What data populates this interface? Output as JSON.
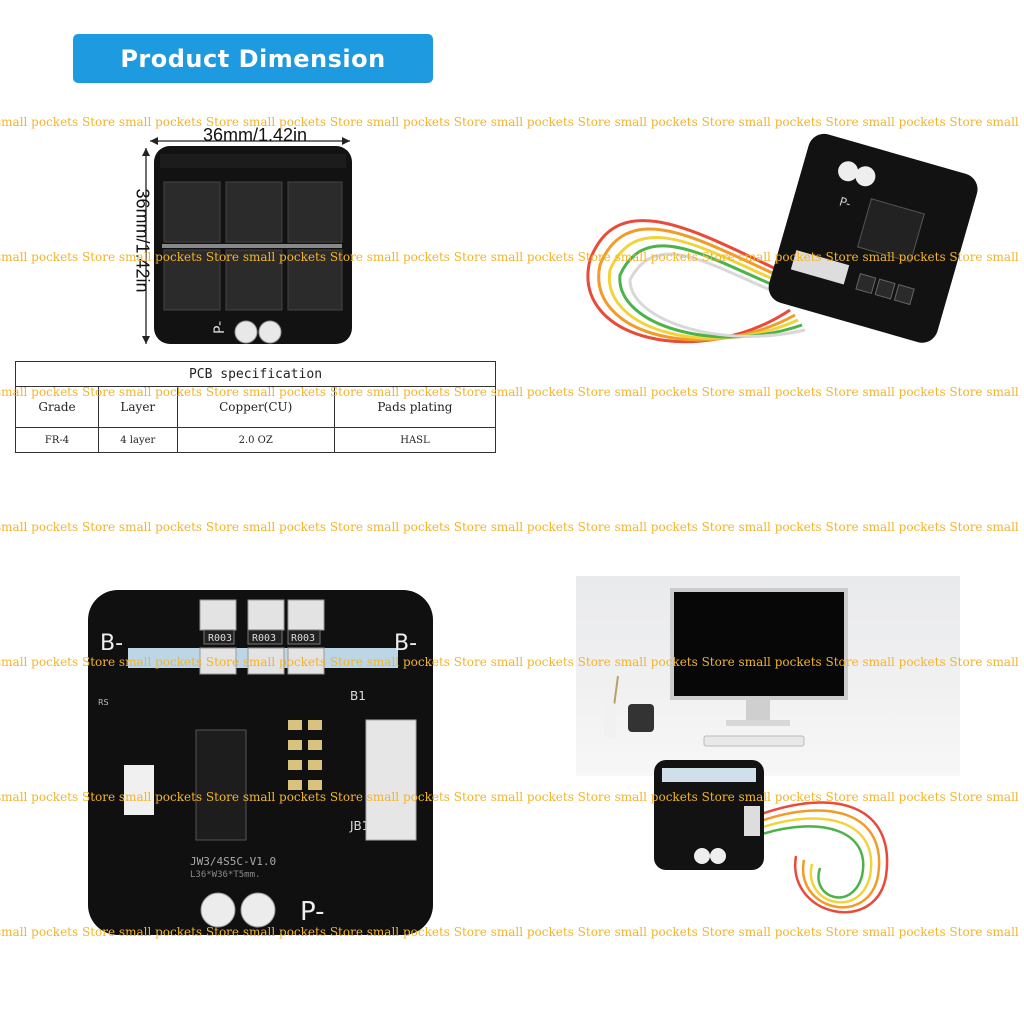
{
  "banner": {
    "title": "Product Dimension"
  },
  "dimensions": {
    "width_label": "36mm/1.42in",
    "height_label": "36mm/1.42in"
  },
  "board": {
    "p_minus": "P-",
    "b_minus": "B-",
    "model": "JW3/4S5C-V1.0",
    "size": "L36*W36*T5mm.",
    "res": "R003",
    "b1": "B1",
    "jb1": "JB1",
    "rs": "RS"
  },
  "spec_table": {
    "title": "PCB specification",
    "headers": [
      "Grade",
      "Layer",
      "Copper(CU)",
      "Pads plating"
    ],
    "values": [
      "FR-4",
      "4 layer",
      "2.0 OZ",
      "HASL"
    ]
  },
  "watermark": {
    "text": "small pockets Store"
  },
  "colors": {
    "banner": "#1e9be0",
    "watermark": "#f3b42a",
    "pcb": "#121212"
  }
}
